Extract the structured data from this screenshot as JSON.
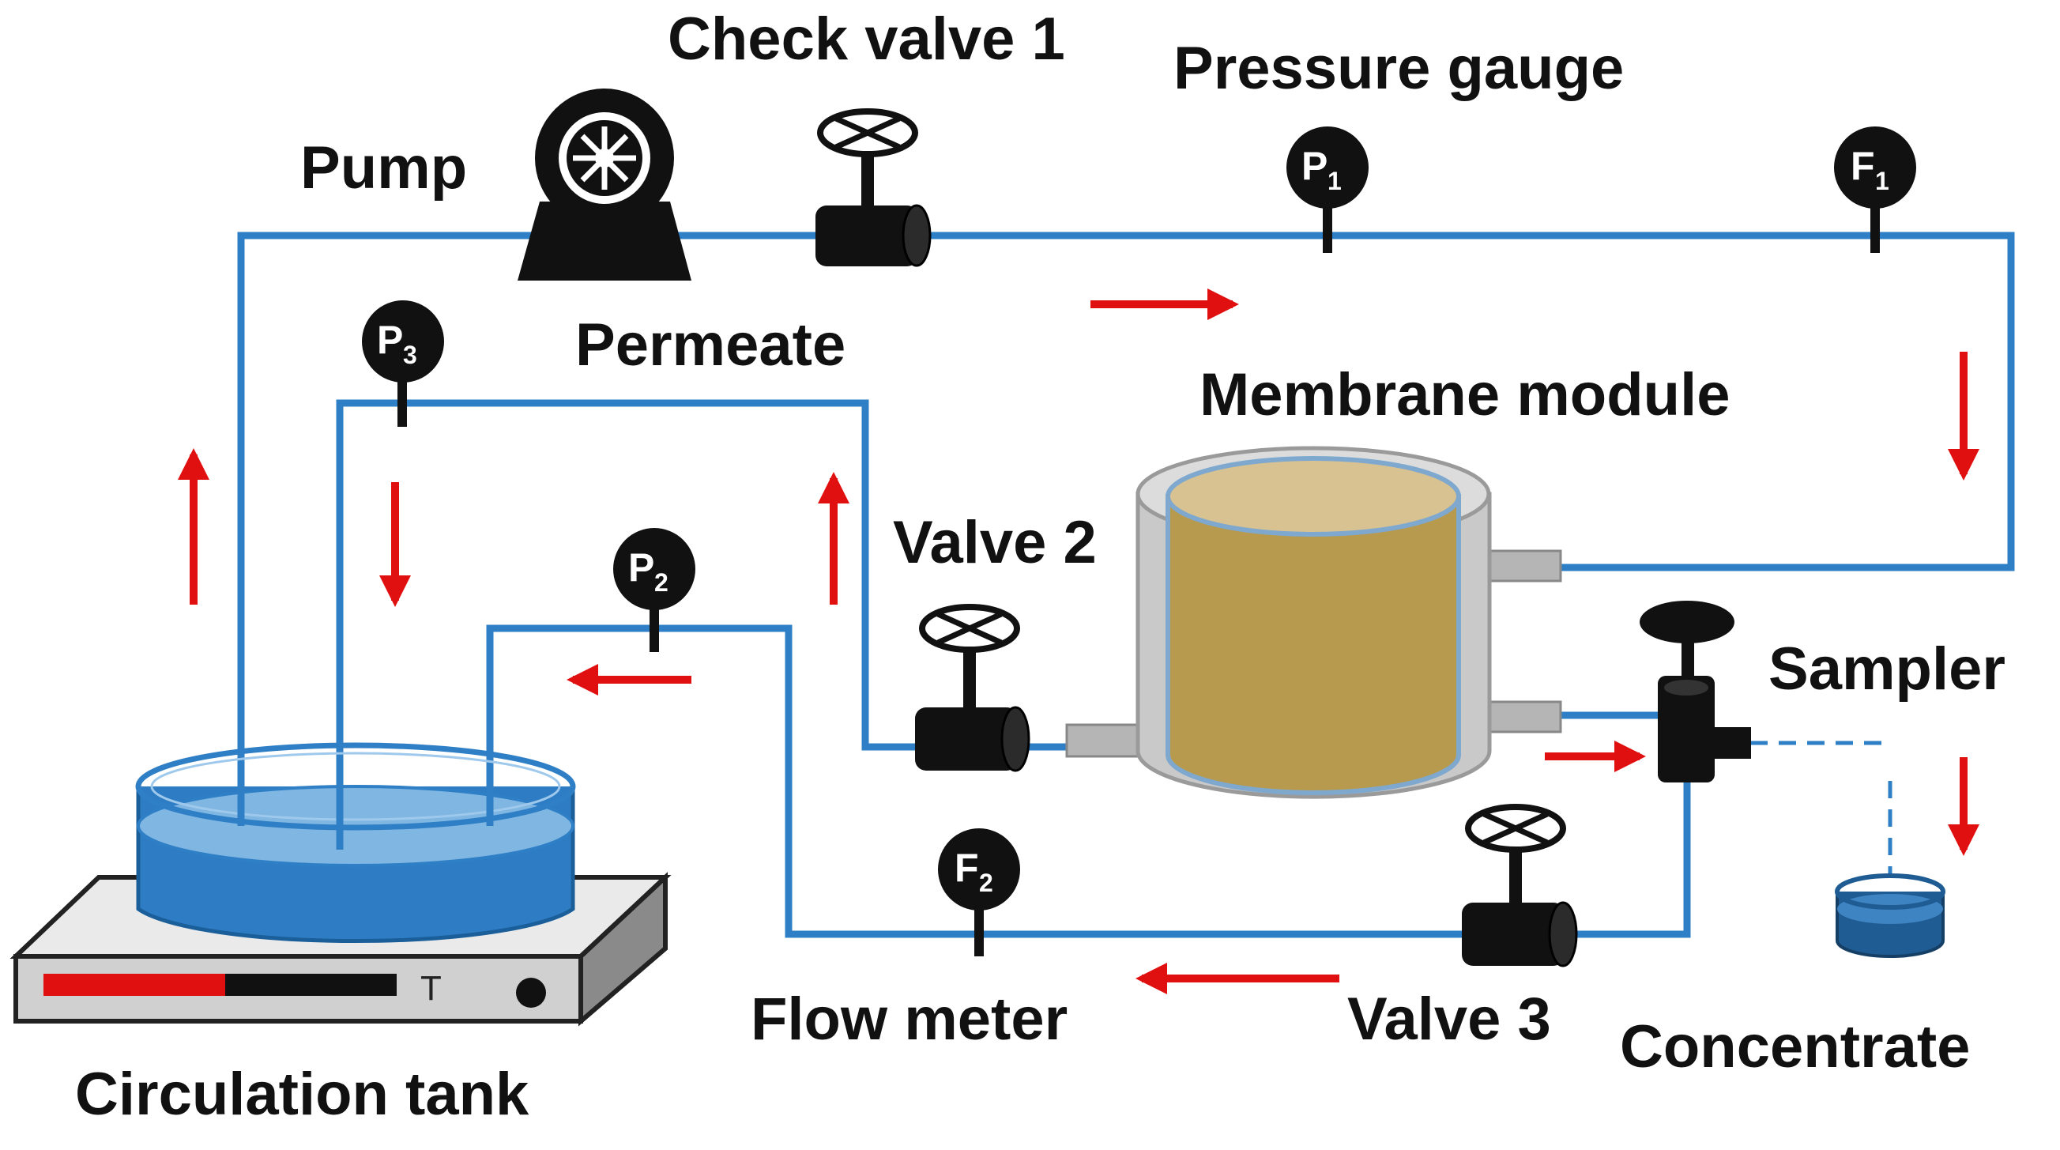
{
  "colors": {
    "pipe": "#2f7fc6",
    "arrow": "#e01010",
    "device": "#111111",
    "module_fill": "#b79a4e",
    "module_top": "#d8c291",
    "tank_water": "#4d93cf",
    "heater_bar": "#e01010"
  },
  "labels": {
    "check_valve_1": "Check valve 1",
    "pressure_gauge": "Pressure gauge",
    "pump": "Pump",
    "permeate": "Permeate",
    "membrane_module": "Membrane module",
    "valve_2": "Valve 2",
    "sampler": "Sampler",
    "flow_meter": "Flow meter",
    "valve_3": "Valve 3",
    "concentrate": "Concentrate",
    "circulation_tank": "Circulation tank"
  },
  "gauges": {
    "p1": {
      "letter": "P",
      "sub": "1"
    },
    "p2": {
      "letter": "P",
      "sub": "2"
    },
    "p3": {
      "letter": "P",
      "sub": "3"
    },
    "f1": {
      "letter": "F",
      "sub": "1"
    },
    "f2": {
      "letter": "F",
      "sub": "2"
    }
  },
  "heater": {
    "temp_label": "T"
  },
  "icons": {
    "pump": "pump-icon",
    "valve": "valve-icon",
    "gauge": "gauge-icon",
    "sampler": "sampler-icon",
    "flow_arrow": "arrow-icon"
  }
}
